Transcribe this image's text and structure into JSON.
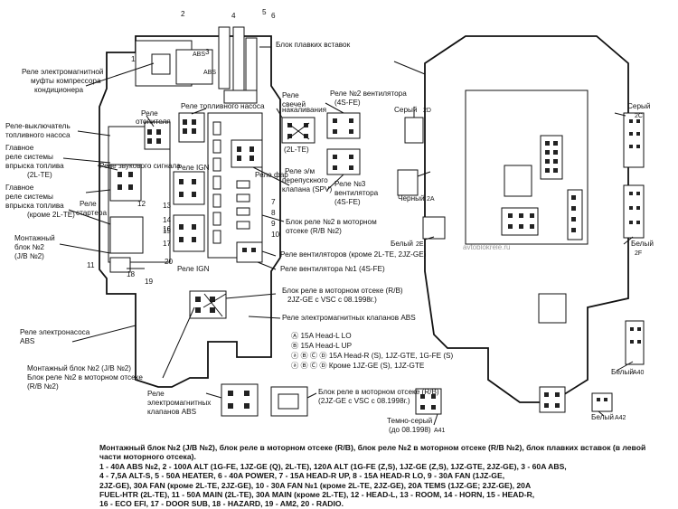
{
  "callouts": {
    "n1": "1",
    "n2": "2",
    "n3": "3",
    "n4": "4",
    "n5": "5",
    "n6": "6",
    "n7": "7",
    "n8": "8",
    "n9": "9",
    "n10": "10",
    "n11": "11",
    "n12": "12",
    "n13": "13",
    "n14": "14",
    "n15": "15",
    "n16": "16",
    "n17": "17",
    "n18": "18",
    "n19": "19",
    "n20": "20"
  },
  "left_labels": {
    "fusebox": "Блок плавких вставок",
    "compressor_relay_1": "Реле электромагнитной",
    "compressor_relay_2": "муфты компрессора",
    "compressor_relay_3": "кондиционера",
    "heater_relay_1": "Реле",
    "heater_relay_2": "отопителя",
    "fuel_pump_relay": "Реле топливного насоса",
    "fuel_pump_switch_1": "Реле-выключатель",
    "fuel_pump_switch_2": "топливного насоса",
    "main_efi_1": "Главное",
    "main_efi_2": "реле системы",
    "main_efi_3": "впрыска топлива",
    "main_efi_4": "(2L-TE)",
    "horn_relay": "Реле звукового сигнала",
    "main_efi_b1": "Главное",
    "main_efi_b2": "реле системы",
    "main_efi_b3": "впрыска топлива",
    "main_efi_b4": "(кроме 2L-TE)",
    "glow_relay_1": "Реле",
    "glow_relay_2": "свечей",
    "glow_relay_3": "накаливания",
    "glow_relay_4": "(2L-TE)",
    "fan2_relay_1": "Реле №2 вентилятора",
    "fan2_relay_2": "(4S-FE)",
    "spv_relay_1": "Реле э/м",
    "spv_relay_2": "перепускного",
    "spv_relay_3": "клапана (SPV)",
    "fan3_relay_1": "Реле №3",
    "fan3_relay_2": "вентилятора",
    "fan3_relay_3": "(4S-FE)",
    "ign_relay": "Реле IGN",
    "headlight_relay": "Реле фар",
    "starter_relay_1": "Реле",
    "starter_relay_2": "стартера",
    "jb2_1": "Монтажный",
    "jb2_2": "блок №2",
    "jb2_3": "(J/B №2)",
    "engine_relay2_1": "Блок реле №2 в моторном",
    "engine_relay2_2": "отсеке (R/B №2)",
    "fan_relay_ge": "Реле вентиляторов (кроме 2L-TE, 2JZ-GE)",
    "fan1_relay": "Реле вентилятора №1 (4S-FE)",
    "ign_relay_b": "Реле IGN",
    "rb_1": "Блок реле в моторном отсеке (R/B)",
    "rb_2": "2JZ-GE с VSC с 08.1998г.)",
    "abs_valve_relay": "Реле электромагнитных клапанов ABS",
    "abs_pump_1": "Реле электронасоса",
    "abs_pump_2": "ABS",
    "legend_a": "Ⓐ 15A Head-L LO",
    "legend_b": "Ⓑ 15A Head-L UP",
    "legend_c": "ⓐ Ⓑ Ⓒ Ⓓ 15A Head-R (S), 1JZ-GTE, 1G-FE (S)",
    "legend_d": "ⓐ Ⓑ Ⓒ Ⓓ Кроме 1JZ-GE (S), 1JZ-GTE",
    "jb_note_1": "Монтажный блок №2 (J/B №2)",
    "jb_note_2": "Блок реле №2 в моторном отсеке",
    "jb_note_3": "(R/B №2)",
    "abs_valve_b1": "Реле",
    "abs_valve_b2": "электромагнитных",
    "abs_valve_b3": "клапанов ABS",
    "rb_b1": "Блок реле в моторном отсеке (R/B)",
    "rb_b2": "(2JZ-GE с VSC с 08.1998г.)",
    "abs_label": "ABS"
  },
  "right_labels": {
    "gray_1": "Серый",
    "gray_1_code": "2D",
    "gray_2": "Серый",
    "gray_2_code": "2C",
    "black": "Черный",
    "black_code": "2A",
    "white_1": "Белый",
    "white_1_code": "2E",
    "white_2": "Белый",
    "white_2_code": "2F",
    "white_3": "Белый",
    "white_3_code": "A40",
    "white_4": "Белый",
    "white_4_code": "A42",
    "darkgray_1": "Темно-серый",
    "darkgray_2": "(до 08.1998)",
    "darkgray_code": "A41",
    "watermark": "avtoblokrele.ru"
  },
  "caption": {
    "text": "Монтажный блок №2 (J/B №2), блок реле в моторном отсеке (R/B), блок реле №2 в моторном отсеке (R/B №2), блок плавких вставок (в левой части моторного отсека).\n1 - 40A ABS №2, 2 - 100A ALT (1G-FE, 1JZ-GE (Q), 2L-TE), 120A ALT (1G-FE (Z,S), 1JZ-GE (Z,S), 1JZ-GTE, 2JZ-GE), 3 - 60A ABS,\n4 - 7,5A ALT-S, 5 - 50A HEATER, 6 - 40A POWER, 7 - 15A HEAD-R UP, 8 - 15A HEAD-R LO, 9 - 30A FAN (1JZ-GE,\n2JZ-GE), 30A FAN (кроме 2L-TE, 2JZ-GE), 10 - 30A FAN №1 (кроме 2L-TE, 2JZ-GE), 20A TEMS (1JZ-GE; 2JZ-GE), 20A\nFUEL-HTR (2L-TE), 11 - 50A MAIN (2L-TE), 30A MAIN (кроме 2L-TE), 12 - HEAD-L, 13 - ROOM, 14 - HORN, 15 - HEAD-R,\n16 - ECO EFI, 17 - DOOR SUB, 18 - HAZARD, 19 - AM2, 20 - RADIO."
  },
  "colors": {
    "ink": "#111111",
    "paper": "#ffffff",
    "watermark": "#9a9a9a"
  }
}
